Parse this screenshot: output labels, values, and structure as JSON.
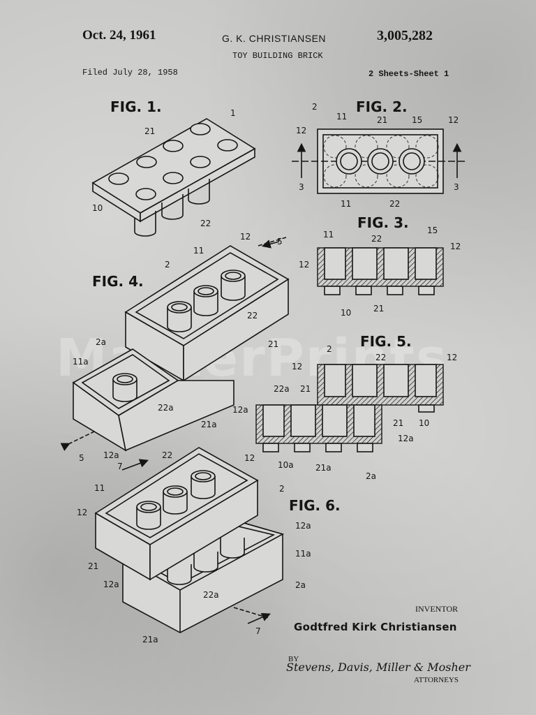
{
  "header": {
    "date": "Oct. 24, 1961",
    "inventor_name": "G. K. CHRISTIANSEN",
    "patent_number": "3,005,282",
    "title": "TOY BUILDING BRICK",
    "filed": "Filed July 28, 1958",
    "sheets": "2 Sheets-Sheet 1"
  },
  "figures": {
    "fig1": "FIG. 1.",
    "fig2": "FIG. 2.",
    "fig3": "FIG. 3.",
    "fig4": "FIG. 4.",
    "fig5": "FIG. 5.",
    "fig6": "FIG. 6."
  },
  "refs": {
    "r1": "1",
    "r2": "2",
    "r2a": "2a",
    "r3": "3",
    "r5": "5",
    "r7": "7",
    "r10": "10",
    "r10a": "10a",
    "r11": "11",
    "r11a": "11a",
    "r12": "12",
    "r12a": "12a",
    "r15": "15",
    "r21": "21",
    "r21a": "21a",
    "r22": "22",
    "r22a": "22a"
  },
  "footer": {
    "inventor_label": "INVENTOR",
    "inventor": "Godtfred Kirk Christiansen",
    "by": "BY",
    "attorneys_signature": "Stevens, Davis, Miller & Mosher",
    "attorneys_label": "ATTORNEYS"
  },
  "watermark": "MasterPrints"
}
